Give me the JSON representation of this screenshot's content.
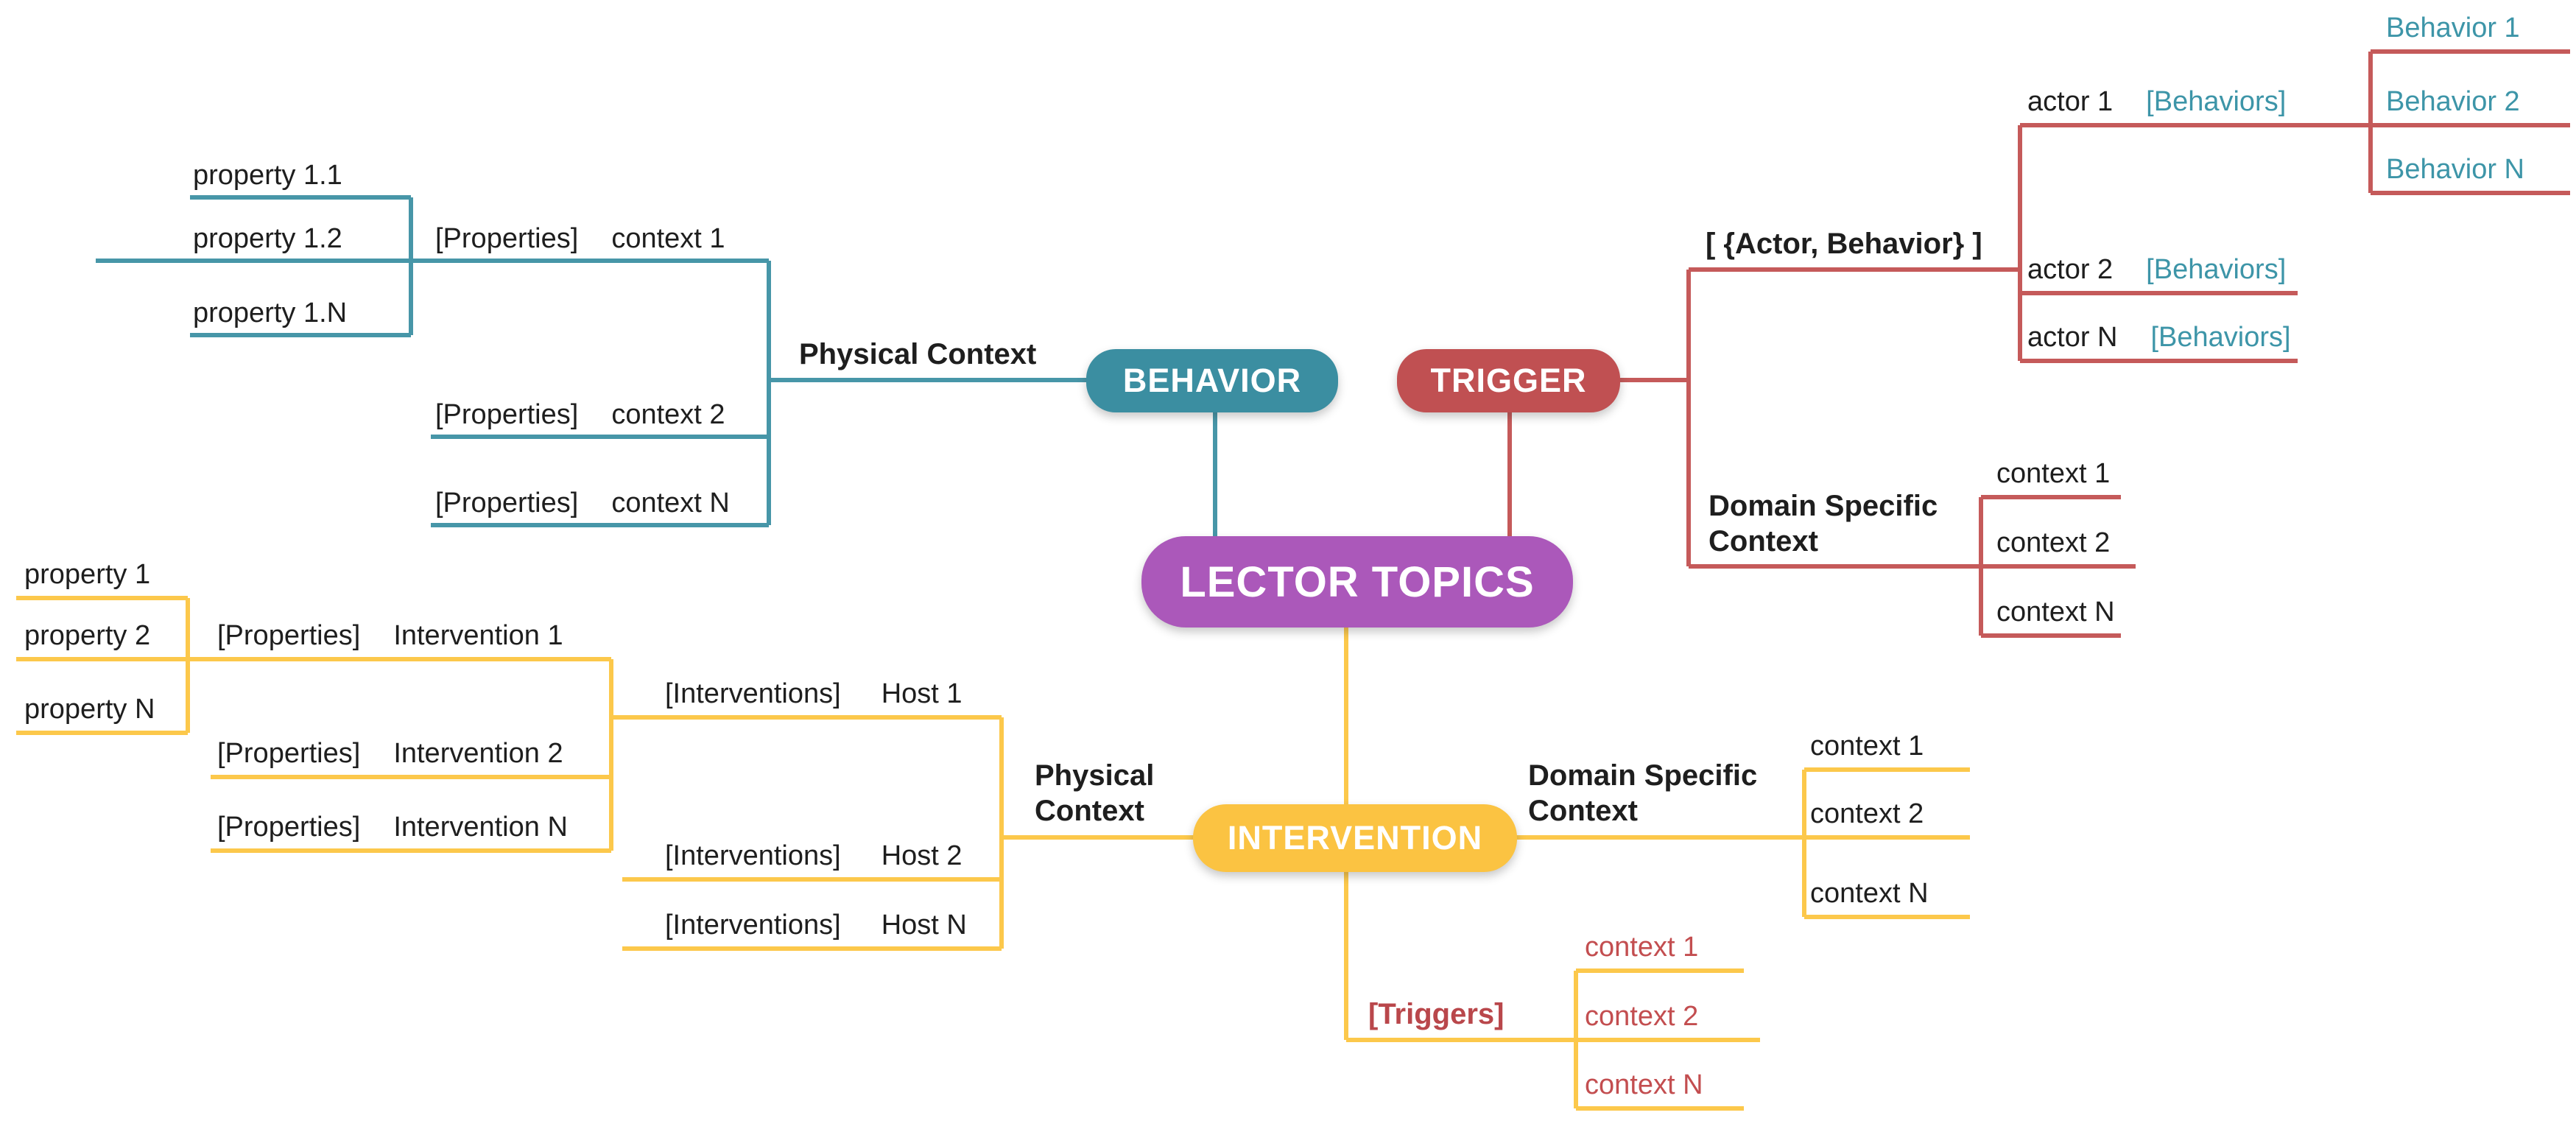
{
  "root": {
    "label": "LECTOR TOPICS"
  },
  "behavior": {
    "node": "BEHAVIOR",
    "branch": "Physical Context",
    "properties": [
      "property 1.1",
      "property 1.2",
      "property 1.N"
    ],
    "contexts": [
      {
        "bracket": "[Properties]",
        "name": "context 1"
      },
      {
        "bracket": "[Properties]",
        "name": "context 2"
      },
      {
        "bracket": "[Properties]",
        "name": "context N"
      }
    ]
  },
  "trigger": {
    "node": "TRIGGER",
    "actor_branch": "[ {Actor, Behavior} ]",
    "actors": [
      {
        "name": "actor 1",
        "bracket": "[Behaviors]"
      },
      {
        "name": "actor 2",
        "bracket": "[Behaviors]"
      },
      {
        "name": "actor N",
        "bracket": "[Behaviors]"
      }
    ],
    "behaviors": [
      "Behavior 1",
      "Behavior 2",
      "Behavior N"
    ],
    "context_branch": "Domain Specific Context",
    "contexts": [
      "context 1",
      "context 2",
      "context N"
    ]
  },
  "intervention": {
    "node": "INTERVENTION",
    "physical_branch": "Physical Context",
    "properties": [
      "property 1",
      "property 2",
      "property N"
    ],
    "interventions": [
      {
        "bracket": "[Properties]",
        "name": "Intervention 1"
      },
      {
        "bracket": "[Properties]",
        "name": "Intervention 2"
      },
      {
        "bracket": "[Properties]",
        "name": "Intervention N"
      }
    ],
    "hosts": [
      {
        "bracket": "[Interventions]",
        "name": "Host 1"
      },
      {
        "bracket": "[Interventions]",
        "name": "Host 2"
      },
      {
        "bracket": "[Interventions]",
        "name": "Host N"
      }
    ],
    "domain_branch": "Domain Specific Context",
    "domain_contexts": [
      "context 1",
      "context 2",
      "context N"
    ],
    "trigger_branch": "[Triggers]",
    "trigger_contexts": [
      "context 1",
      "context 2",
      "context N"
    ]
  },
  "colors": {
    "behavior_teal": "#3B8EA1",
    "trigger_red": "#C05052",
    "root_purple": "#AB58BA",
    "intervention_yellow": "#FBC342",
    "teal_text": "#3D95A8",
    "red_text": "#C34E50",
    "black_text": "#1E1E1E"
  }
}
